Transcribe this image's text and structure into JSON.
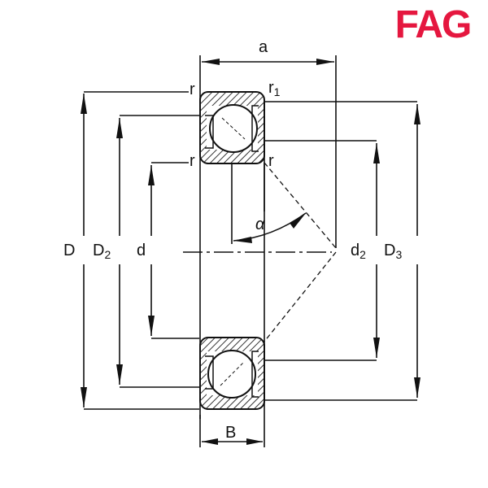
{
  "brand": {
    "logo_text": "FAG",
    "logo_color": "#e5173f"
  },
  "drawing": {
    "title": "Angular contact ball bearing cross-section",
    "line_color": "#111111",
    "background": "#ffffff",
    "hatch_color": "#333333"
  },
  "labels": {
    "a": "a",
    "r_top_left": "r",
    "r1": "r",
    "r1_sub": "1",
    "r_mid_left": "r",
    "r_mid_right": "r",
    "alpha": "α",
    "D": "D",
    "D2": "D",
    "D2_sub": "2",
    "d": "d",
    "d2": "d",
    "d2_sub": "2",
    "D3": "D",
    "D3_sub": "3",
    "B": "B"
  }
}
